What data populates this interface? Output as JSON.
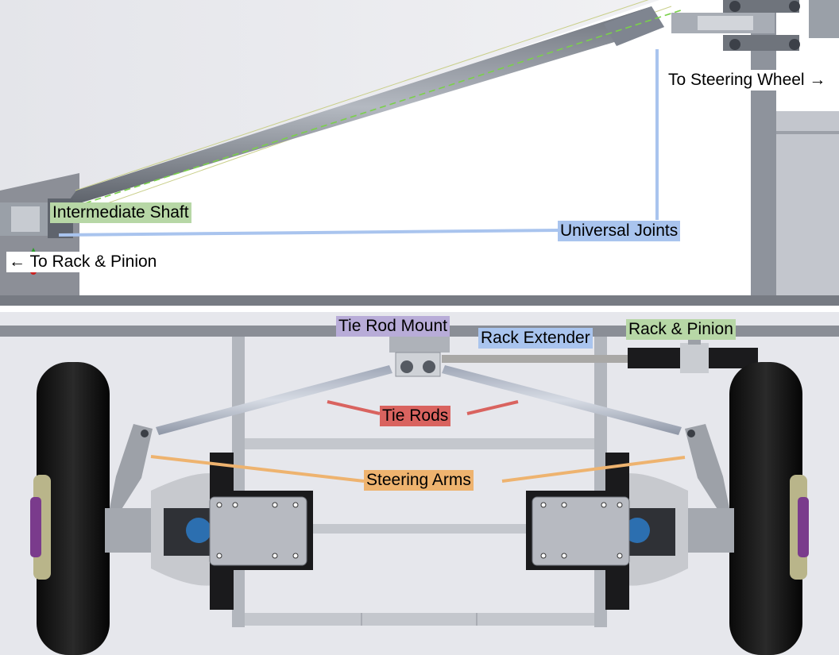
{
  "labels": {
    "to_steering_wheel": "To Steering Wheel →",
    "intermediate_shaft": "Intermediate Shaft",
    "universal_joints": "Universal Joints",
    "to_rack_pinion": "← To Rack & Pinion",
    "tie_rod_mount": "Tie Rod Mount",
    "rack_extender": "Rack Extender",
    "rack_pinion": "Rack & Pinion",
    "tie_rods": "Tie Rods",
    "steering_arms": "Steering Arms"
  },
  "colors": {
    "green_label": "#b7d7a6",
    "blue_label": "#a9c4ee",
    "purple_label": "#b8acd8",
    "red_label": "#d9635f",
    "orange_label": "#eeb36f",
    "leader_blue": "#a9c4ee",
    "leader_red": "#d9635f",
    "leader_orange": "#eeb36f"
  },
  "icons": [
    "triad-axis-icon"
  ]
}
